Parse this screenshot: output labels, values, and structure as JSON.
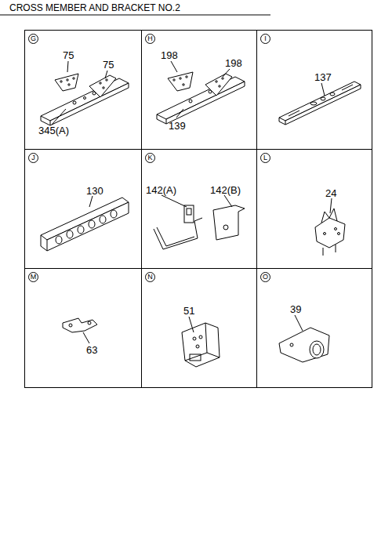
{
  "diagram": {
    "title": "CROSS MEMBER AND BRACKET  NO.2",
    "nodes": [
      {
        "text": [
          "G"
        ]
      },
      {
        "text": [
          "H"
        ]
      },
      {
        "text": [
          "I"
        ]
      },
      {
        "text": [
          "J"
        ]
      },
      {
        "text": [
          "K"
        ]
      },
      {
        "text": [
          "L"
        ]
      },
      {
        "text": [
          "M"
        ]
      },
      {
        "text": [
          "N"
        ]
      },
      {
        "text": [
          "O"
        ]
      }
    ],
    "labels": [
      "75",
      "75",
      "345(A)",
      "198",
      "198",
      "139",
      "137",
      "130",
      "142(A)",
      "142(B)",
      "24",
      "63",
      "51",
      "39"
    ]
  }
}
